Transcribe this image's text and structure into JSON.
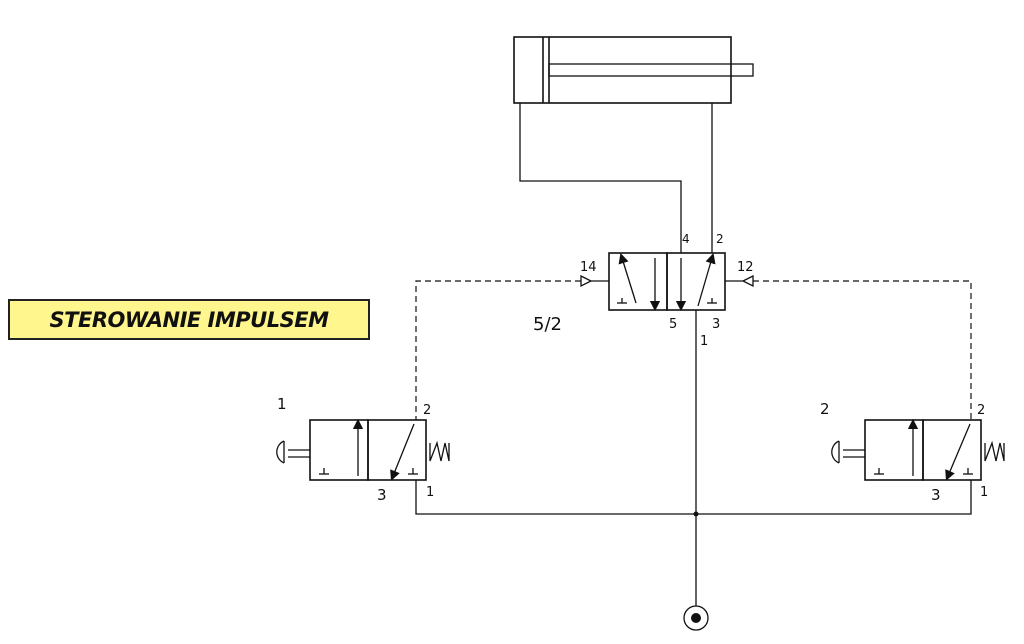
{
  "title": "STEROWANIE IMPULSEM",
  "colors": {
    "title_bg": "#fff68e",
    "line": "#111111",
    "background": "#ffffff"
  },
  "main_valve": {
    "type_label": "5/2",
    "port_4": "4",
    "port_2": "2",
    "port_14": "14",
    "port_12": "12",
    "port_5": "5",
    "port_3": "3",
    "port_1": "1"
  },
  "valve_left": {
    "id_label": "1",
    "port_2": "2",
    "port_3": "3",
    "port_1": "1"
  },
  "valve_right": {
    "id_label": "2",
    "port_2": "2",
    "port_3": "3",
    "port_1": "1"
  },
  "icons": [
    "pneumatic-cylinder-icon",
    "pressure-source-icon",
    "push-button-icon",
    "spring-icon"
  ]
}
